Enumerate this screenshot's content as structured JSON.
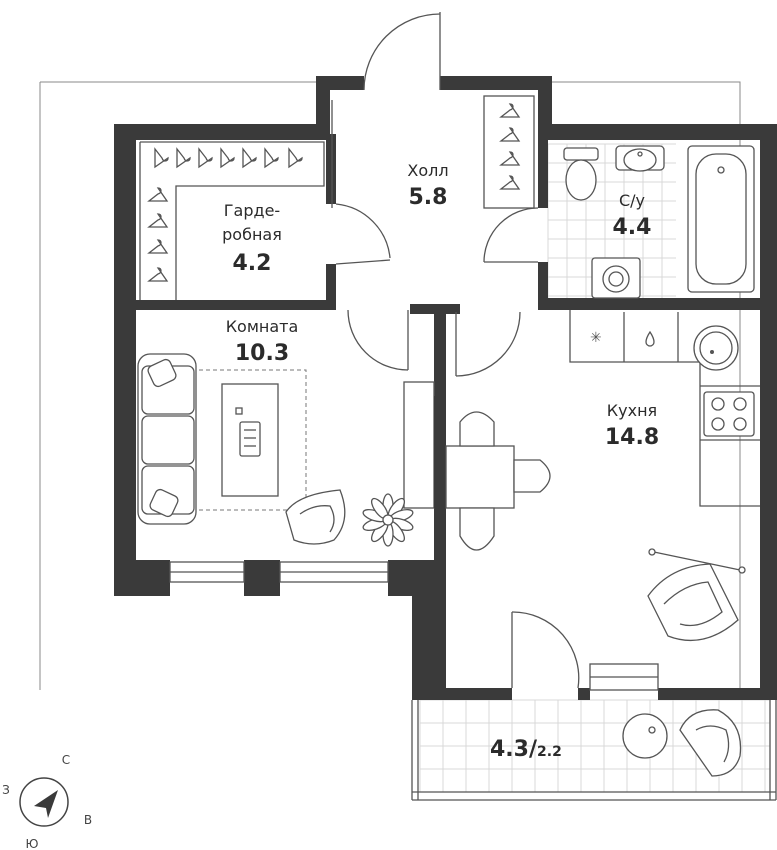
{
  "rooms": {
    "hall": {
      "name": "Холл",
      "area": "5.8"
    },
    "wardrobe": {
      "name_line1": "Гарде-",
      "name_line2": "робная",
      "area": "4.2"
    },
    "bathroom": {
      "name": "С/у",
      "area": "4.4"
    },
    "room": {
      "name": "Комната",
      "area": "10.3"
    },
    "kitchen": {
      "name": "Кухня",
      "area": "14.8"
    },
    "balcony": {
      "area_main": "4.3/",
      "area_secondary": "2.2"
    }
  },
  "compass": {
    "north": "С",
    "west": "З",
    "east": "В",
    "south": "Ю"
  },
  "colors": {
    "wall": "#3a3a3a",
    "grid": "#d8d8d8",
    "line": "#555555",
    "text": "#2b2b2b"
  }
}
